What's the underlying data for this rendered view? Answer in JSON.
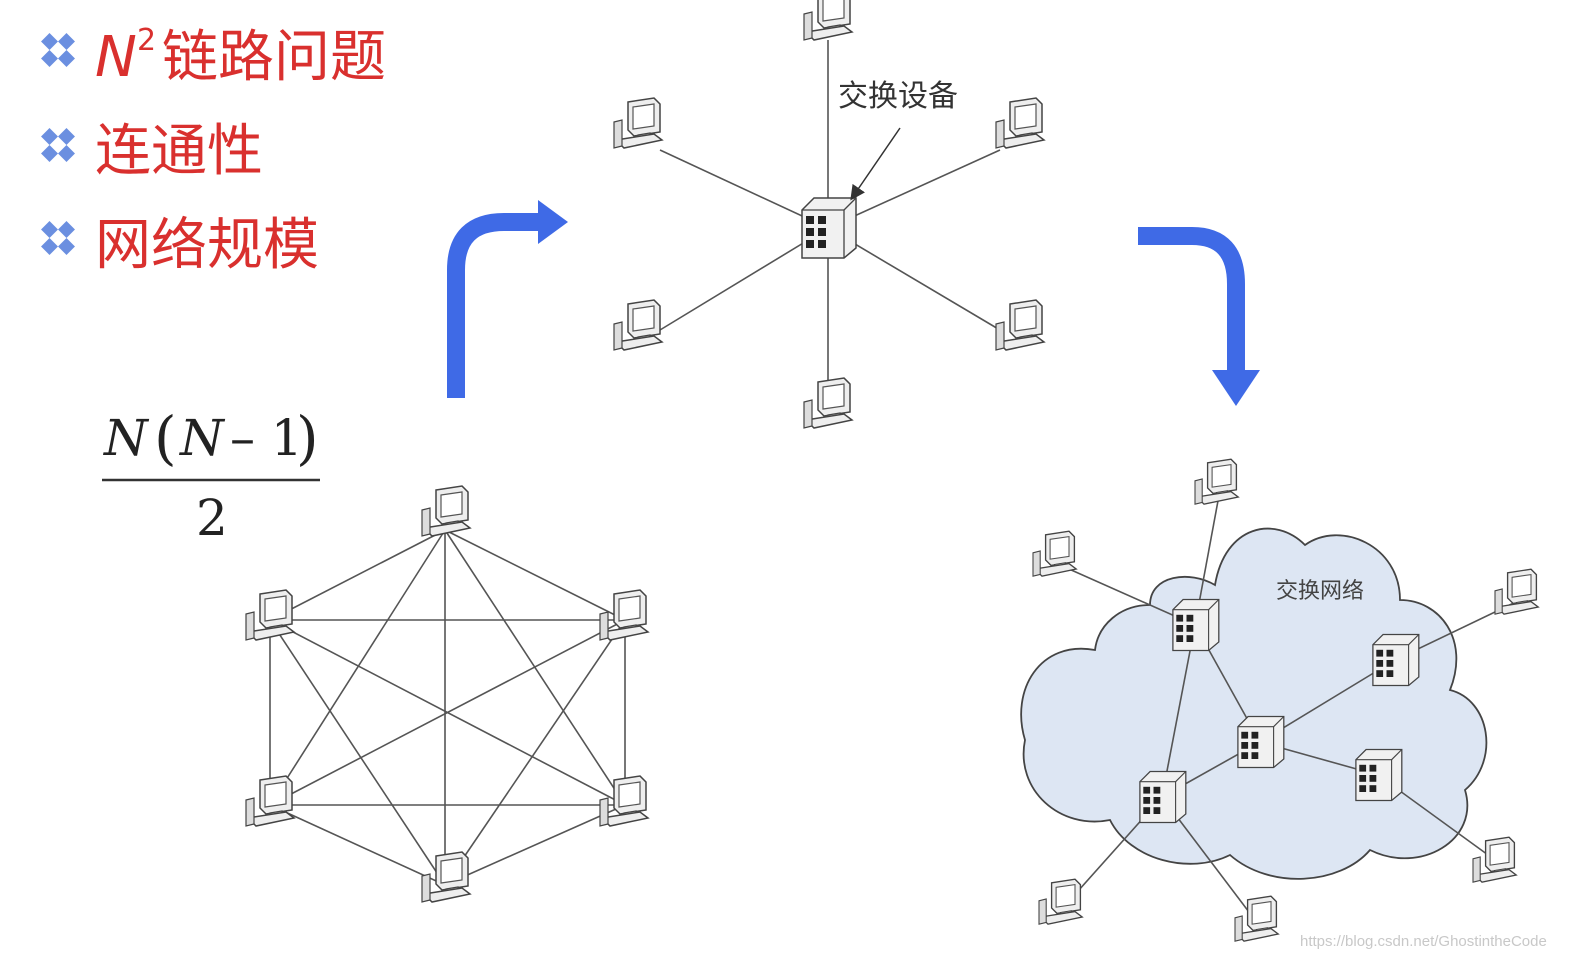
{
  "bullets": [
    {
      "prefix": "N",
      "sup": "2",
      "text": "链路问题"
    },
    {
      "prefix": "",
      "sup": "",
      "text": "连通性"
    },
    {
      "prefix": "",
      "sup": "",
      "text": "网络规模"
    }
  ],
  "formula": {
    "numerator_a": "N",
    "numerator_b": "(",
    "numerator_c": "N",
    "numerator_d": "– 1",
    "numerator_e": ")",
    "denominator": "2"
  },
  "star_label": "交换设备",
  "cloud_label": "交换网络",
  "watermark": "https://blog.csdn.net/GhostintheCode",
  "colors": {
    "bullet_text": "#d9302e",
    "diamond": "#6b8fe0",
    "arrow": "#3f6ae6",
    "cloud_fill": "#dde6f3",
    "cloud_stroke": "#444444"
  },
  "icons": {
    "computer": "computer-icon",
    "switch": "switch-icon",
    "bullet": "diamond-bullet-icon"
  }
}
